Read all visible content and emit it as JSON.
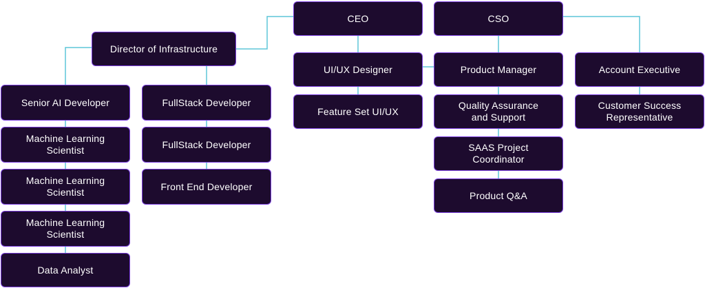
{
  "org_chart": {
    "nodes": {
      "ceo": "CEO",
      "cso": "CSO",
      "director_infrastructure": "Director of Infrastructure",
      "ui_ux_designer": "UI/UX Designer",
      "product_manager": "Product Manager",
      "account_executive": "Account Executive",
      "feature_set_ui_ux": "Feature Set UI/UX",
      "quality_assurance": "Quality Assurance\nand Support",
      "customer_success": "Customer Success\nRepresentative",
      "saas_coordinator": "SAAS Project\nCoordinator",
      "product_qa": "Product Q&A",
      "senior_ai_developer": "Senior AI Developer",
      "ml_scientist_1": "Machine Learning\nScientist",
      "ml_scientist_2": "Machine Learning\nScientist",
      "ml_scientist_3": "Machine Learning\nScientist",
      "data_analyst": "Data Analyst",
      "fullstack_developer_1": "FullStack Developer",
      "fullstack_developer_2": "FullStack Developer",
      "front_end_developer": "Front End Developer"
    },
    "colors": {
      "node_fill": "#1d0b2e",
      "node_border": "#7b3fe0",
      "node_text": "#ffffff",
      "connector": "#5dc5d8"
    }
  }
}
